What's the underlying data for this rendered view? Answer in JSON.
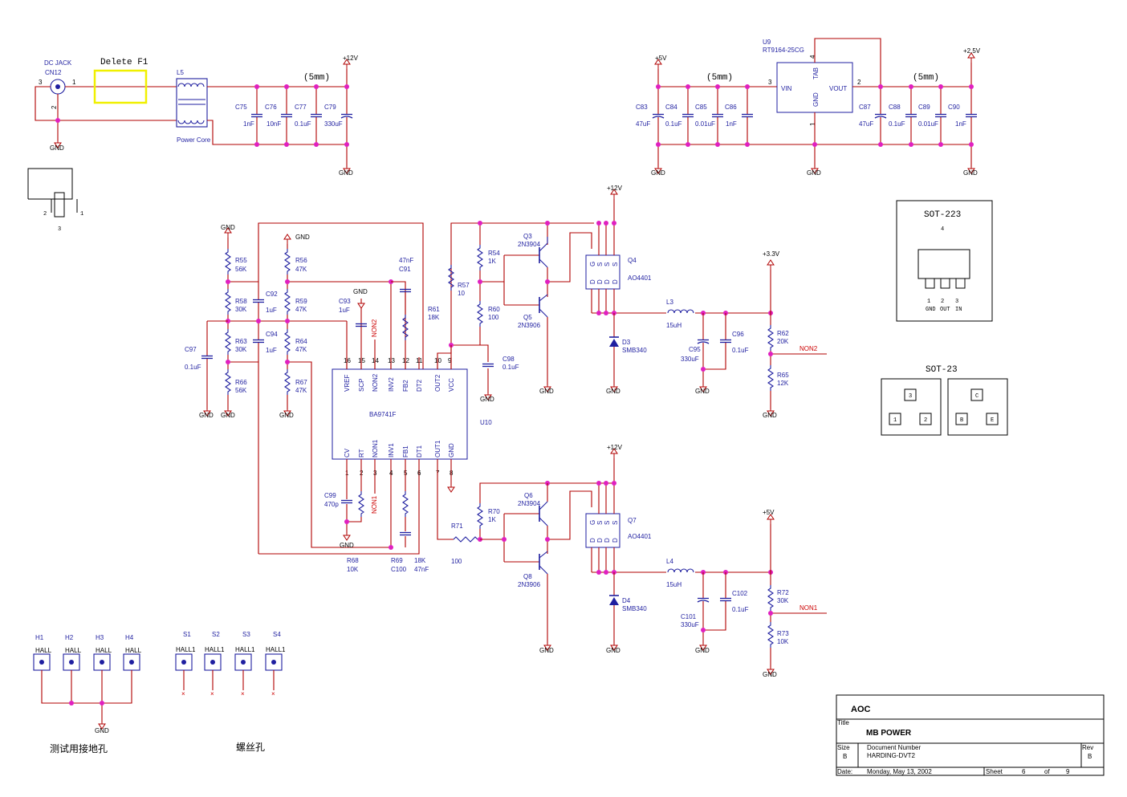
{
  "annotations": {
    "delete_f1": "Delete F1",
    "5mm": "(5mm)",
    "test_ground_holes": "测试用接地孔",
    "screw_holes": "螺丝孔"
  },
  "nets": {
    "gnd": "GND",
    "p12v": "+12V",
    "p5v": "+5V",
    "p25v": "+2.5V",
    "p33v": "+3.3V",
    "non1": "NON1",
    "non2": "NON2"
  },
  "input": {
    "dc_jack": "DC JACK",
    "cn12": "CN12",
    "l5": "L5",
    "l5_value": "Power Core",
    "caps": [
      {
        "ref": "C75",
        "value": "1nF"
      },
      {
        "ref": "C76",
        "value": "10nF"
      },
      {
        "ref": "C77",
        "value": "0.1uF"
      },
      {
        "ref": "C79",
        "value": "330uF"
      }
    ]
  },
  "regulator": {
    "ref": "U9",
    "part": "RT9164-25CG",
    "pins": {
      "vin": "VIN",
      "vout": "VOUT",
      "gnd": "GND",
      "tab": "TAB"
    },
    "caps_in": [
      {
        "ref": "C83",
        "value": "47uF"
      },
      {
        "ref": "C84",
        "value": "0.1uF"
      },
      {
        "ref": "C85",
        "value": "0.01uF"
      },
      {
        "ref": "C86",
        "value": "1nF"
      }
    ],
    "caps_out": [
      {
        "ref": "C87",
        "value": "47uF"
      },
      {
        "ref": "C88",
        "value": "0.1uF"
      },
      {
        "ref": "C89",
        "value": "0.01uF"
      },
      {
        "ref": "C90",
        "value": "1nF"
      }
    ]
  },
  "controller": {
    "ref": "U10",
    "part": "BA9741F",
    "top_pins": [
      {
        "name": "VREF",
        "num": "16"
      },
      {
        "name": "SCP",
        "num": "15"
      },
      {
        "name": "NON2",
        "num": "14"
      },
      {
        "name": "INV2",
        "num": "13"
      },
      {
        "name": "FB2",
        "num": "12"
      },
      {
        "name": "DT2",
        "num": "11"
      },
      {
        "name": "OUT2",
        "num": "10"
      },
      {
        "name": "VCC",
        "num": "9"
      }
    ],
    "bottom_pins": [
      {
        "name": "CV",
        "num": "1"
      },
      {
        "name": "RT",
        "num": "2"
      },
      {
        "name": "NON1",
        "num": "3"
      },
      {
        "name": "INV1",
        "num": "4"
      },
      {
        "name": "FB1",
        "num": "5"
      },
      {
        "name": "DT1",
        "num": "6"
      },
      {
        "name": "OUT1",
        "num": "7"
      },
      {
        "name": "GND",
        "num": "8"
      }
    ]
  },
  "passives": {
    "r55": {
      "ref": "R55",
      "value": "56K"
    },
    "r58": {
      "ref": "R58",
      "value": "30K"
    },
    "r63": {
      "ref": "R63",
      "value": "30K"
    },
    "r66": {
      "ref": "R66",
      "value": "56K"
    },
    "r56": {
      "ref": "R56",
      "value": "47K"
    },
    "r59": {
      "ref": "R59",
      "value": "47K"
    },
    "r64": {
      "ref": "R64",
      "value": "47K"
    },
    "r67": {
      "ref": "R67",
      "value": "47K"
    },
    "c92": {
      "ref": "C92",
      "value": "1uF"
    },
    "c94": {
      "ref": "C94",
      "value": "1uF"
    },
    "c97": {
      "ref": "C97",
      "value": "0.1uF"
    },
    "c93": {
      "ref": "C93",
      "value": "1uF"
    },
    "c91": {
      "ref": "C91",
      "value": "47nF"
    },
    "c99": {
      "ref": "C99",
      "value": "470p"
    },
    "r68": {
      "ref": "R68",
      "value": "10K"
    },
    "r69": {
      "ref": "R69",
      "value": "18K"
    },
    "c100": {
      "ref": "C100",
      "value": "47nF"
    },
    "r57": {
      "ref": "R57",
      "value": "10"
    },
    "r61": {
      "ref": "R61",
      "value": "18K"
    },
    "c98": {
      "ref": "C98",
      "value": "0.1uF"
    },
    "r54": {
      "ref": "R54",
      "value": "1K"
    },
    "r60": {
      "ref": "R60",
      "value": "100"
    },
    "r70": {
      "ref": "R70",
      "value": "1K"
    },
    "r71": {
      "ref": "R71",
      "value": "100"
    },
    "l3": {
      "ref": "L3",
      "value": "15uH"
    },
    "l4": {
      "ref": "L4",
      "value": "15uH"
    },
    "c95": {
      "ref": "C95",
      "value": "330uF"
    },
    "c96": {
      "ref": "C96",
      "value": "0.1uF"
    },
    "c101": {
      "ref": "C101",
      "value": "330uF"
    },
    "c102": {
      "ref": "C102",
      "value": "0.1uF"
    },
    "r62": {
      "ref": "R62",
      "value": "20K"
    },
    "r65": {
      "ref": "R65",
      "value": "12K"
    },
    "r72": {
      "ref": "R72",
      "value": "30K"
    },
    "r73": {
      "ref": "R73",
      "value": "10K"
    }
  },
  "semis": {
    "q3": {
      "ref": "Q3",
      "part": "2N3904"
    },
    "q5": {
      "ref": "Q5",
      "part": "2N3906"
    },
    "q6": {
      "ref": "Q6",
      "part": "2N3904"
    },
    "q8": {
      "ref": "Q8",
      "part": "2N3906"
    },
    "q4": {
      "ref": "Q4",
      "part": "AO4401"
    },
    "q7": {
      "ref": "Q7",
      "part": "AO4401"
    },
    "d3": {
      "ref": "D3",
      "part": "SMB340"
    },
    "d4": {
      "ref": "D4",
      "part": "SMB340"
    },
    "mos_pins": {
      "g": "G",
      "s": "S",
      "d": "D"
    }
  },
  "packages": {
    "sot223": {
      "title": "SOT-223",
      "tab": "4",
      "pins": [
        "1",
        "2",
        "3"
      ],
      "names": [
        "GND",
        "OUT",
        "IN"
      ]
    },
    "sot23": {
      "title": "SOT-23",
      "left": [
        "3",
        "1",
        "2"
      ],
      "right": [
        "C",
        "B",
        "E"
      ]
    }
  },
  "holes": {
    "h": [
      {
        "ref": "H1",
        "type": "HALL"
      },
      {
        "ref": "H2",
        "type": "HALL"
      },
      {
        "ref": "H3",
        "type": "HALL"
      },
      {
        "ref": "H4",
        "type": "HALL"
      }
    ],
    "s": [
      {
        "ref": "S1",
        "type": "HALL1"
      },
      {
        "ref": "S2",
        "type": "HALL1"
      },
      {
        "ref": "S3",
        "type": "HALL1"
      },
      {
        "ref": "S4",
        "type": "HALL1"
      }
    ]
  },
  "title_block": {
    "company": "AOC",
    "title_label": "Title",
    "title": "MB POWER",
    "size_label": "Size",
    "size": "B",
    "docnum_label": "Document Number",
    "docnum": "HARDING-DVT2",
    "rev_label": "Rev",
    "rev": "B",
    "date_label": "Date:",
    "date": "Monday, May 13, 2002",
    "sheet_label": "Sheet",
    "sheet": "6",
    "of_label": "of",
    "total": "9"
  }
}
